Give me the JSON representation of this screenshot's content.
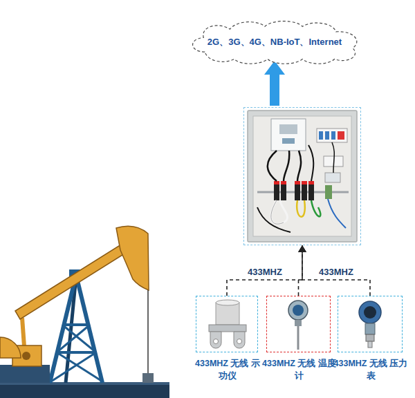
{
  "diagram": {
    "nodes": [
      {
        "text": [
          "2G、3G、4G、NB-IoT、Internet"
        ]
      },
      {
        "text": []
      },
      {
        "text": [
          "433MHZ 无线 示功仪"
        ]
      },
      {
        "text": [
          "433MHZ 无线 温度计"
        ]
      },
      {
        "text": [
          "433MHZ 无线 压力表"
        ]
      }
    ],
    "edges": [
      {
        "from": 1,
        "to": 0,
        "arrow": "to"
      },
      {
        "from": 2,
        "to": 1,
        "arrow": "to",
        "label": "433MHZ"
      },
      {
        "from": 3,
        "to": 1,
        "arrow": "to"
      },
      {
        "from": 4,
        "to": 1,
        "arrow": "to",
        "label": "433MHZ"
      }
    ]
  }
}
